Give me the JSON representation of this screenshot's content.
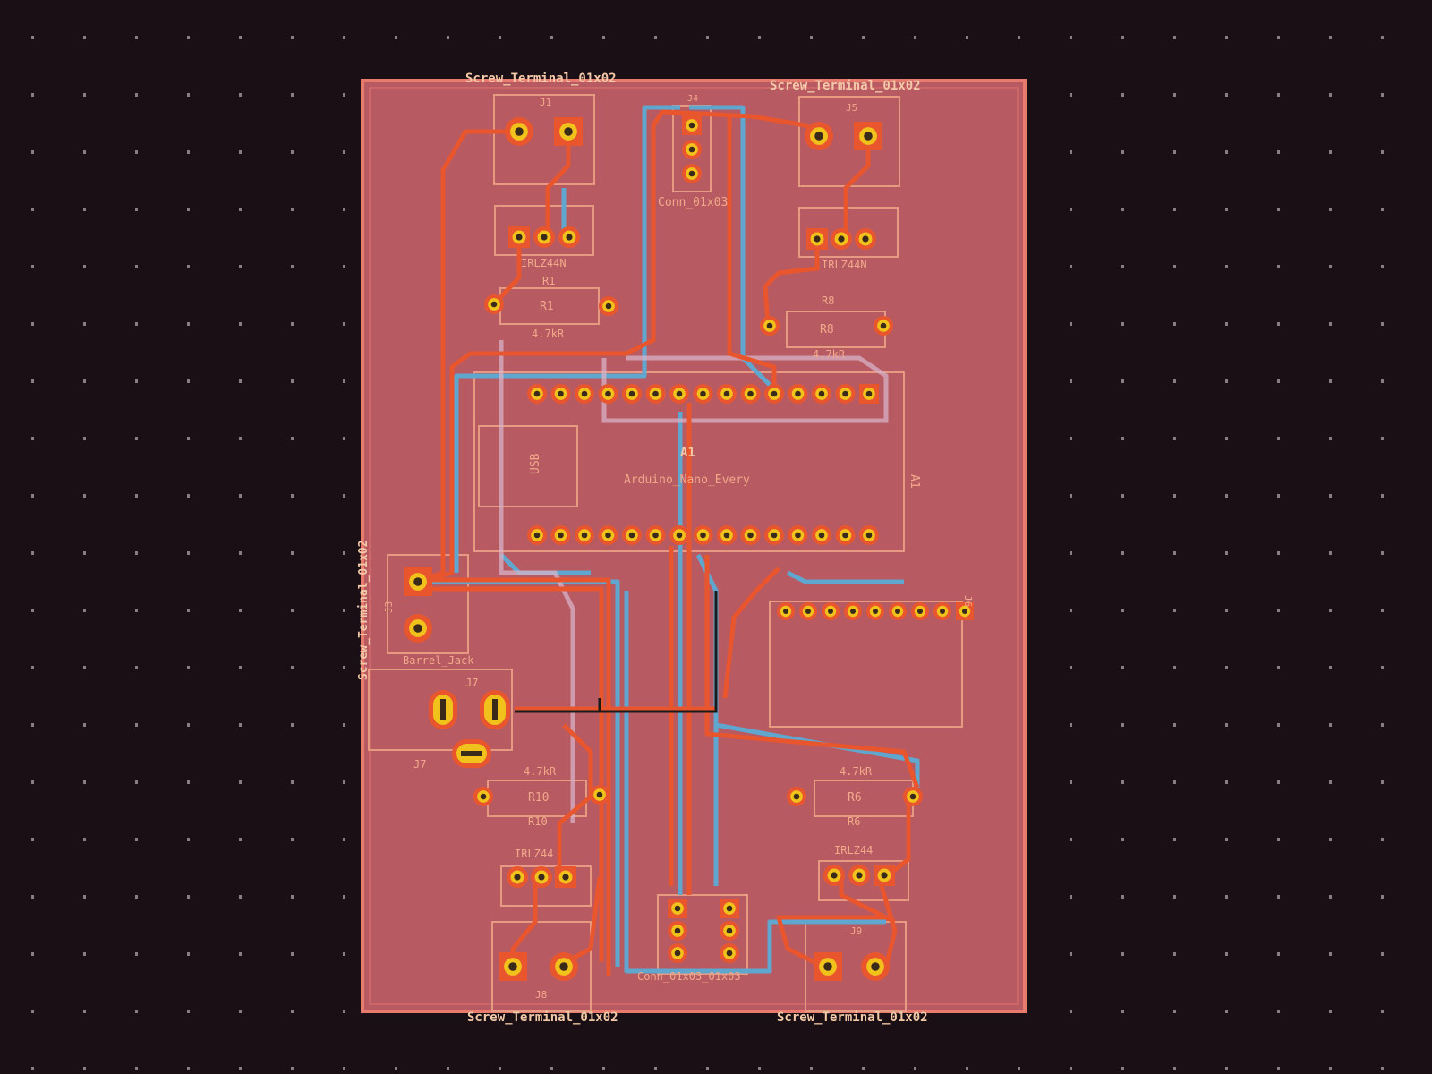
{
  "colors": {
    "canvas": "#1a0f14",
    "board_fill": "#b85a62",
    "board_edge": "#e87a6e",
    "front_copper": "#e9562e",
    "back_copper": "#5fa7cf",
    "pad": "#f1c21b",
    "silkscreen": "#f3c9a8",
    "courtyard": "#d8b3c7"
  },
  "components": {
    "j_top_left": {
      "label": "Screw_Terminal_01x02",
      "ref": "J1"
    },
    "j_top_right": {
      "label": "Screw_Terminal_01x02",
      "ref": "J5"
    },
    "conn_top": {
      "label": "Conn_01x03",
      "ref": "J4"
    },
    "q1": {
      "label": "IRLZ44N"
    },
    "q2": {
      "label": "IRLZ44N"
    },
    "r1": {
      "ref": "R1",
      "value": "4.7kR"
    },
    "r8": {
      "ref": "R8",
      "value": "4.7kR"
    },
    "mcu": {
      "ref": "A1",
      "label": "Arduino_Nano_Every",
      "usb_label": "USB"
    },
    "j_left": {
      "label": "Screw_Terminal_01x02",
      "ref": "J3"
    },
    "barrel": {
      "label": "Barrel_Jack",
      "ref": "J7"
    },
    "header8": {
      "ref": "J6"
    },
    "r10": {
      "ref": "R10",
      "value": "4.7kR"
    },
    "r6": {
      "ref": "R6",
      "value": "4.7kR"
    },
    "q3": {
      "label": "IRLZ44"
    },
    "q4": {
      "label": "IRLZ44"
    },
    "conn_bottom": {
      "label": "Conn_01x03_01x03"
    },
    "j_bottom_left": {
      "label": "Screw_Terminal_01x02",
      "ref": "J8"
    },
    "j_bottom_right": {
      "label": "Screw_Terminal_01x02",
      "ref": "J9"
    }
  }
}
